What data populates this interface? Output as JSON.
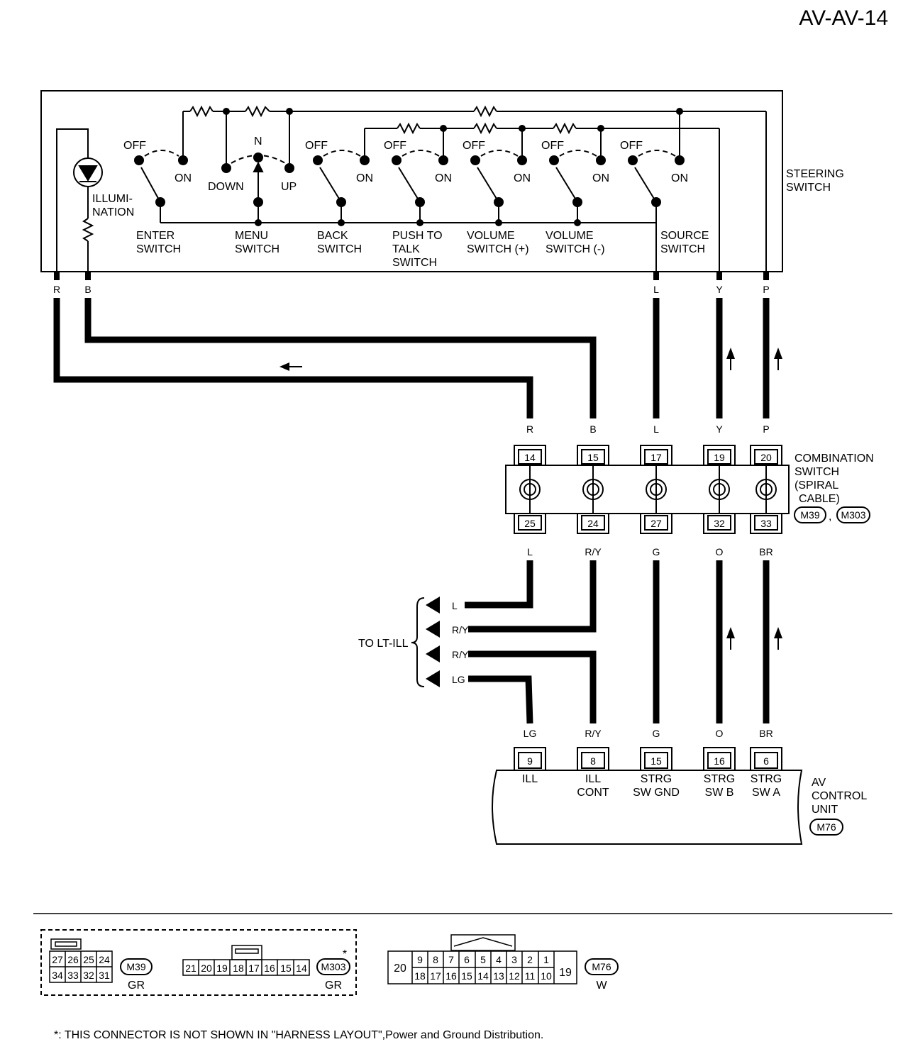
{
  "page_code": "AV-AV-14",
  "steering_switch": {
    "label_line1": "STEERING",
    "label_line2": "SWITCH",
    "illumination_line1": "ILLUMI-",
    "illumination_line2": "NATION",
    "switches": [
      {
        "name_line1": "ENTER",
        "name_line2": "SWITCH",
        "name_line3": "",
        "off": "OFF",
        "on": "ON"
      },
      {
        "name_line1": "MENU",
        "name_line2": "SWITCH",
        "name_line3": "",
        "down": "DOWN",
        "n": "N",
        "up": "UP"
      },
      {
        "name_line1": "BACK",
        "name_line2": "SWITCH",
        "name_line3": "",
        "off": "OFF",
        "on": "ON"
      },
      {
        "name_line1": "PUSH TO",
        "name_line2": "TALK",
        "name_line3": "SWITCH",
        "off": "OFF",
        "on": "ON"
      },
      {
        "name_line1": "VOLUME",
        "name_line2": "SWITCH (+)",
        "name_line3": "",
        "off": "OFF",
        "on": "ON"
      },
      {
        "name_line1": "VOLUME",
        "name_line2": "SWITCH (-)",
        "name_line3": "",
        "off": "OFF",
        "on": "ON"
      },
      {
        "name_line1": "SOURCE",
        "name_line2": "SWITCH",
        "name_line3": "",
        "off": "OFF",
        "on": "ON"
      }
    ]
  },
  "top_wire_colors": [
    "R",
    "B",
    "L",
    "Y",
    "P"
  ],
  "combination_switch": {
    "label_lines": [
      "COMBINATION",
      "SWITCH",
      "(SPIRAL",
      "CABLE)"
    ],
    "connector_1": "M39",
    "separator": ",",
    "connector_2": "M303",
    "top_pins": [
      "14",
      "15",
      "17",
      "19",
      "20"
    ],
    "top_colors": [
      "R",
      "B",
      "L",
      "Y",
      "P"
    ],
    "bottom_pins": [
      "25",
      "24",
      "27",
      "32",
      "33"
    ],
    "bottom_colors": [
      "L",
      "R/Y",
      "G",
      "O",
      "BR"
    ]
  },
  "lt_ill": {
    "label": "TO LT-ILL",
    "wires": [
      "L",
      "R/Y",
      "R/Y",
      "LG"
    ]
  },
  "av_control_unit": {
    "label_lines": [
      "AV",
      "CONTROL",
      "UNIT"
    ],
    "connector": "M76",
    "pins": [
      {
        "color": "LG",
        "pin": "9",
        "name_line1": "ILL",
        "name_line2": ""
      },
      {
        "color": "R/Y",
        "pin": "8",
        "name_line1": "ILL",
        "name_line2": "CONT"
      },
      {
        "color": "G",
        "pin": "15",
        "name_line1": "STRG",
        "name_line2": "SW GND"
      },
      {
        "color": "O",
        "pin": "16",
        "name_line1": "STRG",
        "name_line2": "SW B"
      },
      {
        "color": "BR",
        "pin": "6",
        "name_line1": "STRG",
        "name_line2": "SW A"
      }
    ]
  },
  "connector_views": {
    "m39": {
      "id": "M39",
      "color": "GR",
      "top_row": [
        "27",
        "26",
        "25",
        "24"
      ],
      "bottom_row": [
        "34",
        "33",
        "32",
        "31"
      ]
    },
    "m303": {
      "id": "M303",
      "color": "GR",
      "star": "*",
      "pins": [
        "21",
        "20",
        "19",
        "18",
        "17",
        "16",
        "15",
        "14"
      ]
    },
    "m76": {
      "id": "M76",
      "color": "W",
      "top_row": [
        "9",
        "8",
        "7",
        "6",
        "5",
        "4",
        "3",
        "2",
        "1"
      ],
      "bottom_row": [
        "18",
        "17",
        "16",
        "15",
        "14",
        "13",
        "12",
        "11",
        "10"
      ],
      "left_pin": "20",
      "right_pin": "19"
    }
  },
  "footnote": "*: THIS CONNECTOR IS NOT SHOWN IN \"HARNESS LAYOUT\",Power and Ground Distribution."
}
